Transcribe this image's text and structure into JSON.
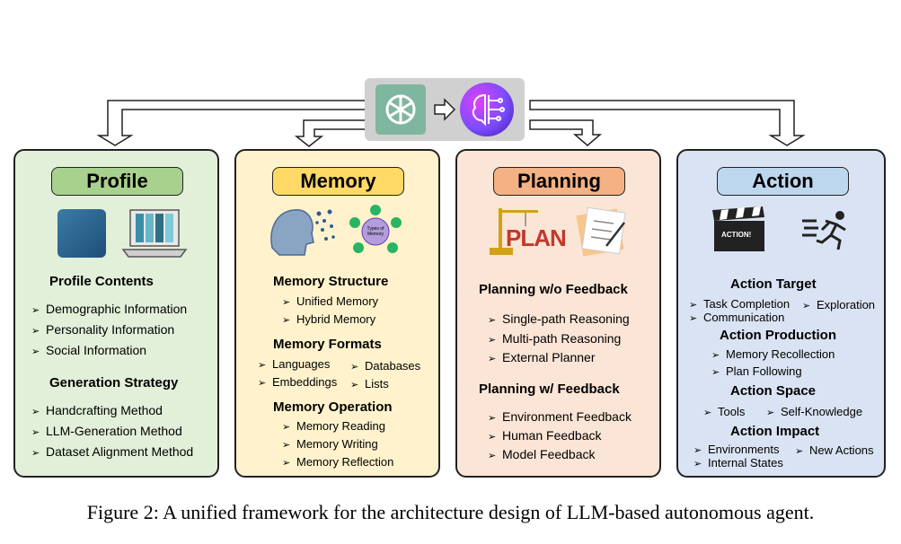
{
  "panels": {
    "profile": {
      "title": "Profile",
      "sections": [
        {
          "heading": "Profile Contents",
          "items": [
            "Demographic Information",
            "Personality Information",
            "Social Information"
          ]
        },
        {
          "heading": "Generation Strategy",
          "items": [
            "Handcrafting Method",
            "LLM-Generation Method",
            "Dataset  Alignment Method"
          ]
        }
      ]
    },
    "memory": {
      "title": "Memory",
      "image_text": "Types of Memory",
      "sections": [
        {
          "heading": "Memory Structure",
          "items": [
            "Unified Memory",
            "Hybrid Memory"
          ]
        },
        {
          "heading": "Memory Formats",
          "items": [
            "Languages",
            "Databases",
            "Embeddings",
            "Lists"
          ]
        },
        {
          "heading": "Memory Operation",
          "items": [
            "Memory Reading",
            "Memory Writing",
            "Memory Reflection"
          ]
        }
      ]
    },
    "planning": {
      "title": "Planning",
      "image_text": "PLAN",
      "sections": [
        {
          "heading": "Planning w/o Feedback",
          "items": [
            "Single-path Reasoning",
            "Multi-path Reasoning",
            "External Planner"
          ]
        },
        {
          "heading": "Planning w/ Feedback",
          "items": [
            "Environment Feedback",
            "Human Feedback",
            "Model Feedback"
          ]
        }
      ]
    },
    "action": {
      "title": "Action",
      "image_text": "ACTION!",
      "sections": [
        {
          "heading": "Action Target",
          "items": [
            "Task Completion",
            "Exploration",
            "Communication"
          ]
        },
        {
          "heading": "Action Production",
          "items": [
            "Memory Recollection",
            "Plan Following"
          ]
        },
        {
          "heading": "Action Space",
          "items": [
            "Tools",
            "Self-Knowledge"
          ]
        },
        {
          "heading": "Action Impact",
          "items": [
            "Environments",
            "New Actions",
            "Internal States"
          ]
        }
      ]
    }
  },
  "caption": "Figure 2: A unified framework for the architecture design of LLM-based autonomous agent.",
  "colors": {
    "profile_bg": "#e2efd9",
    "profile_title": "#a9d18e",
    "memory_bg": "#fff2cc",
    "memory_title": "#ffd966",
    "planning_bg": "#fbe5d6",
    "planning_title": "#f4b183",
    "action_bg": "#dae3f3",
    "action_title": "#bdd7ee",
    "top_box": "#d0d0d0"
  },
  "icons": [
    "openai-logo-icon",
    "arrow-right-icon",
    "brain-chip-icon"
  ]
}
